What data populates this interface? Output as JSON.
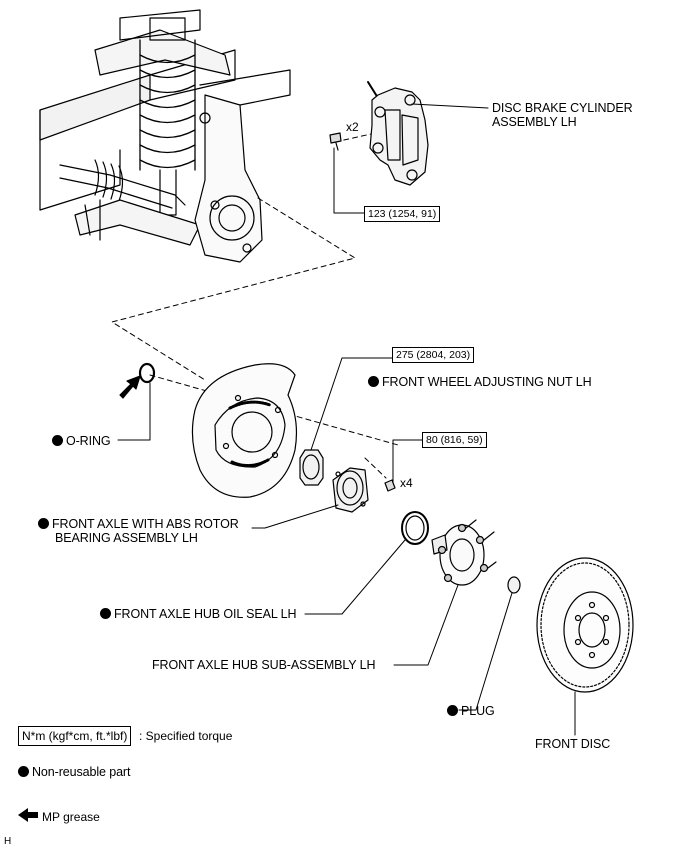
{
  "labels": {
    "caliper": [
      "DISC BRAKE CYLINDER",
      "ASSEMBLY LH"
    ],
    "caliper_bolt_qty": "x2",
    "caliper_torque": "123 (1254, 91)",
    "nut_torque": "275 (2804, 203)",
    "adjusting_nut": "FRONT WHEEL ADJUSTING NUT LH",
    "o_ring": "O-RING",
    "axle_bolt_torque": "80 (816, 59)",
    "axle_bolt_qty": "x4",
    "bearing": [
      "FRONT AXLE WITH ABS ROTOR",
      "BEARING ASSEMBLY LH"
    ],
    "oil_seal": "FRONT AXLE HUB OIL SEAL LH",
    "hub": "FRONT AXLE HUB SUB-ASSEMBLY LH",
    "plug": "PLUG",
    "disc": "FRONT DISC"
  },
  "legend": {
    "torque_box": "N*m (kgf*cm, ft.*lbf)",
    "torque_text": ": Specified torque",
    "nonreusable": "Non-reusable part",
    "grease": "MP grease"
  },
  "corner_mark": "H"
}
